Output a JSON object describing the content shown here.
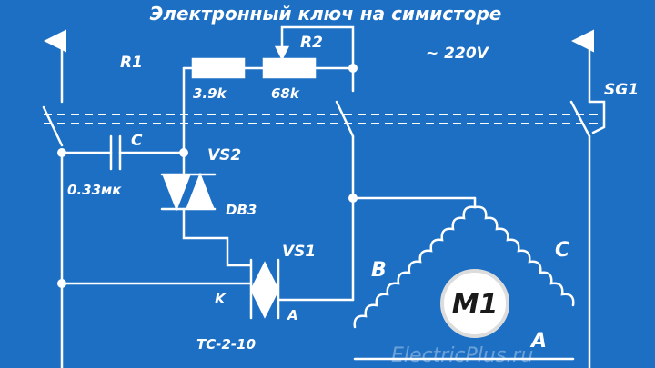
{
  "diagram": {
    "title": "Электронный ключ на симисторе",
    "supply": "~ 220V",
    "r1": "R1",
    "r2": "R2",
    "r1_value": "3.9k",
    "r2_value": "68k",
    "capacitor": "C",
    "capacitor_value": "0.33мк",
    "vs2": "VS2",
    "db3": "DB3",
    "vs1": "VS1",
    "terminal_k": "K",
    "terminal_a": "A",
    "vs1_type": "TC-2-10",
    "switch": "SG1",
    "winding_a": "A",
    "winding_b": "B",
    "winding_c": "C",
    "motor": "M1",
    "watermark": "ElectricPlus.ru"
  },
  "colors": {
    "background": "#1d6fc4",
    "line": "#ffffff",
    "motor_fill": "#ffffff",
    "motor_text": "#1a1a1a"
  }
}
